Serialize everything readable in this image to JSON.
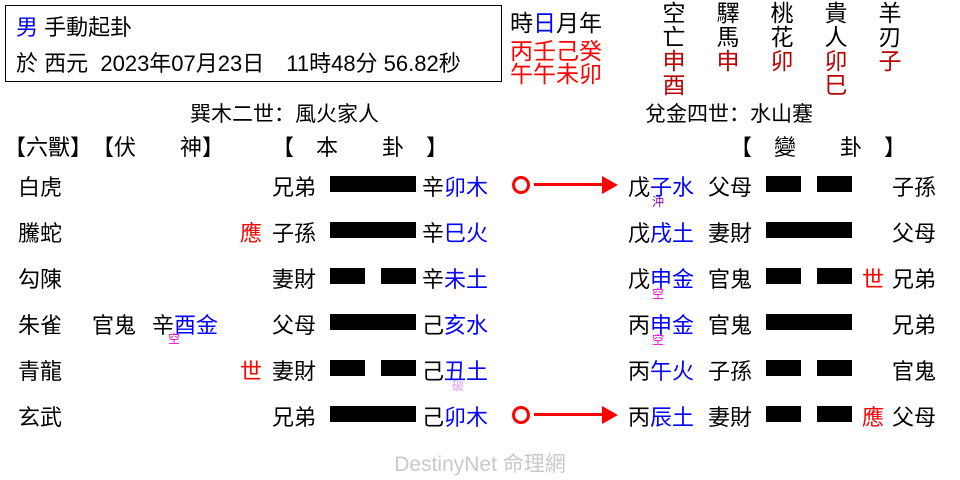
{
  "info": {
    "gender": "男",
    "method": "手動起卦",
    "prefix": "於 西元",
    "datetime": "2023年07月23日　11時48分 56.82秒",
    "gender_color": "#0000ff"
  },
  "pillars": {
    "headers": [
      "時",
      "日",
      "月",
      "年"
    ],
    "day_header_color": "#0000ff",
    "stems": "丙壬己癸",
    "branches": "午午未卯",
    "color": "#ff0000"
  },
  "shensha": [
    {
      "name_top": "空",
      "name_bottom": "亡",
      "branches": [
        "申",
        "酉"
      ]
    },
    {
      "name_top": "驛",
      "name_bottom": "馬",
      "branches": [
        "申",
        ""
      ]
    },
    {
      "name_top": "桃",
      "name_bottom": "花",
      "branches": [
        "卯",
        ""
      ]
    },
    {
      "name_top": "貴",
      "name_bottom": "人",
      "branches": [
        "卯",
        "巳"
      ]
    },
    {
      "name_top": "羊",
      "name_bottom": "刃",
      "branches": [
        "子",
        ""
      ]
    }
  ],
  "gua": {
    "ben_title": "巽木二世：風火家人",
    "bian_title": "兌金四世：水山蹇"
  },
  "headers": {
    "liushou": "【六獸】",
    "fushen": "【伏　　神】",
    "benqua": "【　本　　卦　】",
    "bianqua": "【　變　　卦　】"
  },
  "rows": [
    {
      "beast": "白虎",
      "fu_mark": "",
      "fu_rel": "",
      "fu_stem": "",
      "fu_branch": "",
      "fu_elem": "",
      "fu_note": "",
      "fu_note_color": "",
      "ben_mark": "",
      "ben_rel": "兄弟",
      "ben_line": "solid",
      "ben_stem": "辛",
      "ben_branch": "卯",
      "ben_elem": "木",
      "ben_note": "",
      "ben_note_color": "",
      "changing": true,
      "bian_stem": "戊",
      "bian_branch": "子",
      "bian_elem": "水",
      "bian_note": "沖",
      "bian_note_color": "#8800aa",
      "bian_rel": "父母",
      "bian_line": "broken",
      "bian_mark": "",
      "bian_rel2": "子孫"
    },
    {
      "beast": "騰蛇",
      "fu_mark": "",
      "fu_rel": "",
      "fu_stem": "",
      "fu_branch": "",
      "fu_elem": "",
      "fu_note": "",
      "fu_note_color": "",
      "ben_mark": "應",
      "ben_rel": "子孫",
      "ben_line": "solid",
      "ben_stem": "辛",
      "ben_branch": "巳",
      "ben_elem": "火",
      "ben_note": "",
      "ben_note_color": "",
      "changing": false,
      "bian_stem": "戊",
      "bian_branch": "戌",
      "bian_elem": "土",
      "bian_note": "",
      "bian_note_color": "",
      "bian_rel": "妻財",
      "bian_line": "solid",
      "bian_mark": "",
      "bian_rel2": "父母"
    },
    {
      "beast": "勾陳",
      "fu_mark": "",
      "fu_rel": "",
      "fu_stem": "",
      "fu_branch": "",
      "fu_elem": "",
      "fu_note": "",
      "fu_note_color": "",
      "ben_mark": "",
      "ben_rel": "妻財",
      "ben_line": "broken",
      "ben_stem": "辛",
      "ben_branch": "未",
      "ben_elem": "土",
      "ben_note": "",
      "ben_note_color": "",
      "changing": false,
      "bian_stem": "戊",
      "bian_branch": "申",
      "bian_elem": "金",
      "bian_note": "空",
      "bian_note_color": "#ff00cc",
      "bian_rel": "官鬼",
      "bian_line": "broken",
      "bian_mark": "世",
      "bian_rel2": "兄弟"
    },
    {
      "beast": "朱雀",
      "fu_mark": "",
      "fu_rel": "官鬼",
      "fu_stem": "辛",
      "fu_branch": "酉",
      "fu_elem": "金",
      "fu_note": "空",
      "fu_note_color": "#ff00cc",
      "ben_mark": "",
      "ben_rel": "父母",
      "ben_line": "solid",
      "ben_stem": "己",
      "ben_branch": "亥",
      "ben_elem": "水",
      "ben_note": "",
      "ben_note_color": "",
      "changing": false,
      "bian_stem": "丙",
      "bian_branch": "申",
      "bian_elem": "金",
      "bian_note": "空",
      "bian_note_color": "#ff00cc",
      "bian_rel": "官鬼",
      "bian_line": "solid",
      "bian_mark": "",
      "bian_rel2": "兄弟"
    },
    {
      "beast": "青龍",
      "fu_mark": "",
      "fu_rel": "",
      "fu_stem": "",
      "fu_branch": "",
      "fu_elem": "",
      "fu_note": "",
      "fu_note_color": "",
      "ben_mark": "世",
      "ben_rel": "妻財",
      "ben_line": "broken",
      "ben_stem": "己",
      "ben_branch": "丑",
      "ben_elem": "土",
      "ben_note": "破",
      "ben_note_color": "#ee99ee",
      "changing": false,
      "bian_stem": "丙",
      "bian_branch": "午",
      "bian_elem": "火",
      "bian_note": "",
      "bian_note_color": "",
      "bian_rel": "子孫",
      "bian_line": "broken",
      "bian_mark": "",
      "bian_rel2": "官鬼"
    },
    {
      "beast": "玄武",
      "fu_mark": "",
      "fu_rel": "",
      "fu_stem": "",
      "fu_branch": "",
      "fu_elem": "",
      "fu_note": "",
      "fu_note_color": "",
      "ben_mark": "",
      "ben_rel": "兄弟",
      "ben_line": "solid",
      "ben_stem": "己",
      "ben_branch": "卯",
      "ben_elem": "木",
      "ben_note": "",
      "ben_note_color": "",
      "changing": true,
      "bian_stem": "丙",
      "bian_branch": "辰",
      "bian_elem": "土",
      "bian_note": "",
      "bian_note_color": "",
      "bian_rel": "妻財",
      "bian_line": "broken",
      "bian_mark": "應",
      "bian_rel2": "父母"
    }
  ],
  "watermark": "DestinyNet 命理網"
}
